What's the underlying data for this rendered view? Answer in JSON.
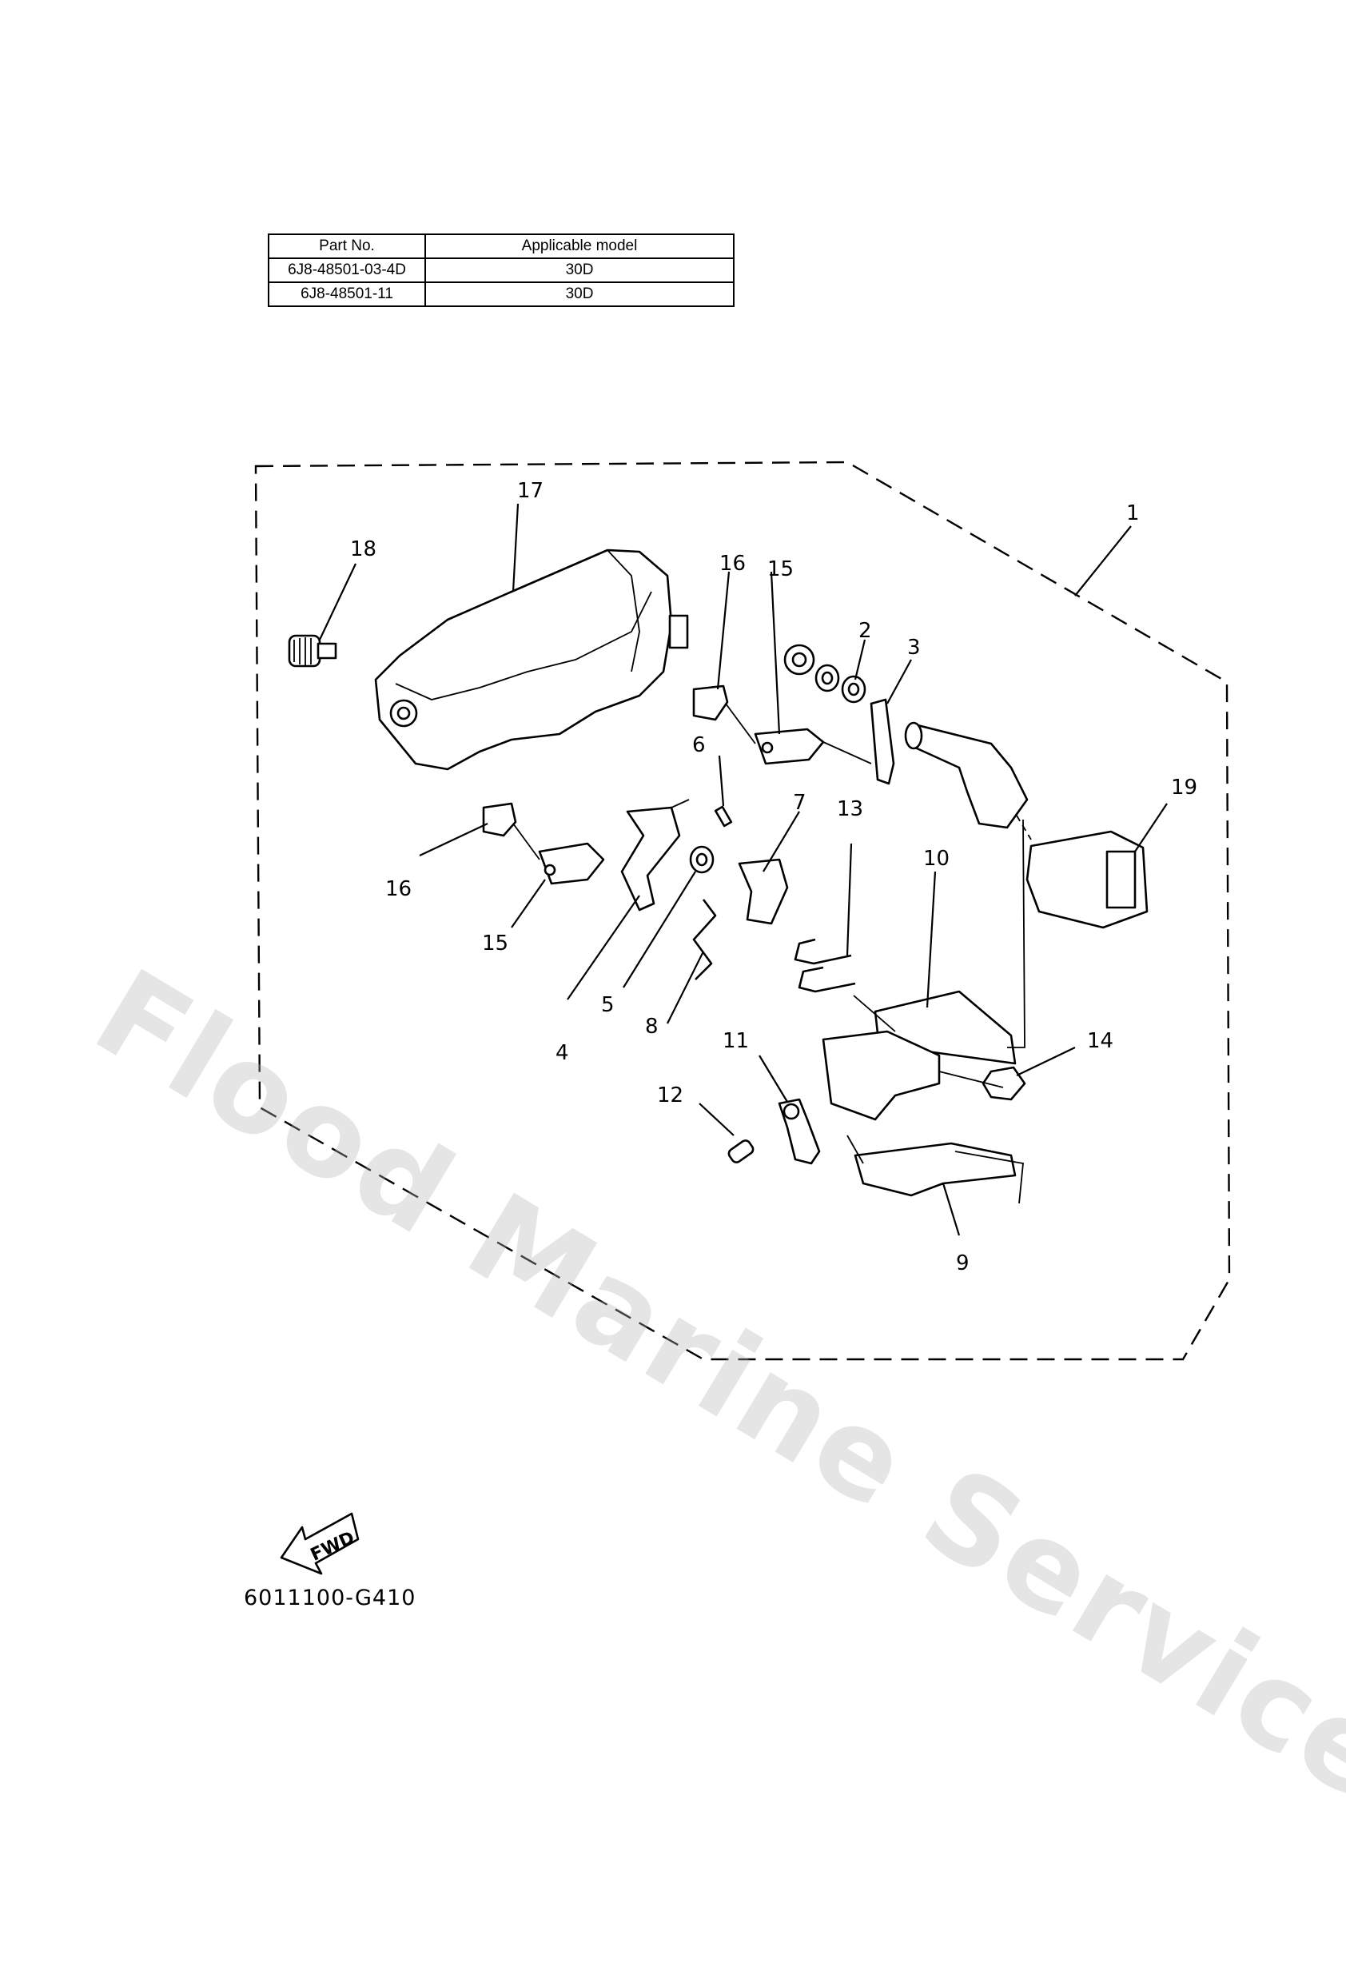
{
  "table": {
    "headers": [
      "Part No.",
      "Applicable model"
    ],
    "rows": [
      [
        "6J8-48501-03-4D",
        "30D"
      ],
      [
        "6J8-48501-11",
        "30D"
      ]
    ]
  },
  "callouts": [
    "1",
    "2",
    "3",
    "4",
    "5",
    "6",
    "7",
    "8",
    "9",
    "10",
    "11",
    "12",
    "13",
    "14",
    "15",
    "15",
    "16",
    "16",
    "17",
    "18",
    "19"
  ],
  "fwd_label": "FWD",
  "drawing_code": "6011100-G410",
  "watermark": "Flood Marine Services"
}
